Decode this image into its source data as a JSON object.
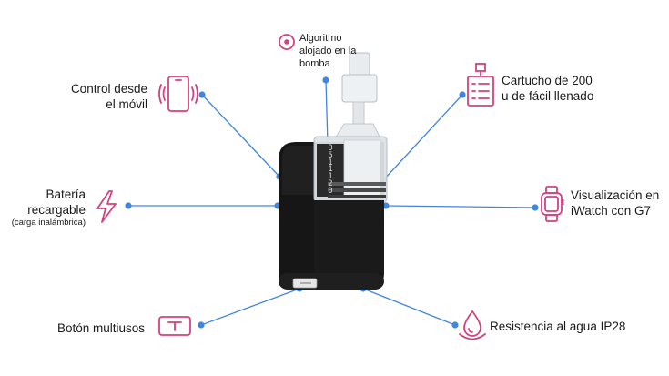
{
  "callouts": {
    "phone": {
      "line1": "Control desde",
      "line2": "el móvil"
    },
    "algorithm": {
      "line1": "Algoritmo",
      "line2": "alojado en la",
      "line3": "bomba"
    },
    "cartridge": {
      "line1": "Cartucho de 200",
      "line2": "u de fácil llenado"
    },
    "battery": {
      "line1": "Batería",
      "line2": "recargable",
      "sub": "(carga inalámbrica)"
    },
    "watch": {
      "line1": "Visualización en",
      "line2": "iWatch con G7"
    },
    "button": {
      "line1": "Botón multiusos"
    },
    "water": {
      "line1": "Resistencia al agua IP28"
    }
  },
  "device": {
    "scale_marks": [
      "0",
      "5",
      "1",
      "1",
      "1",
      "2",
      "0"
    ]
  },
  "colors": {
    "accent_icon": "#d6407e",
    "connector": "#3f86e0",
    "device_body": "#151515"
  }
}
